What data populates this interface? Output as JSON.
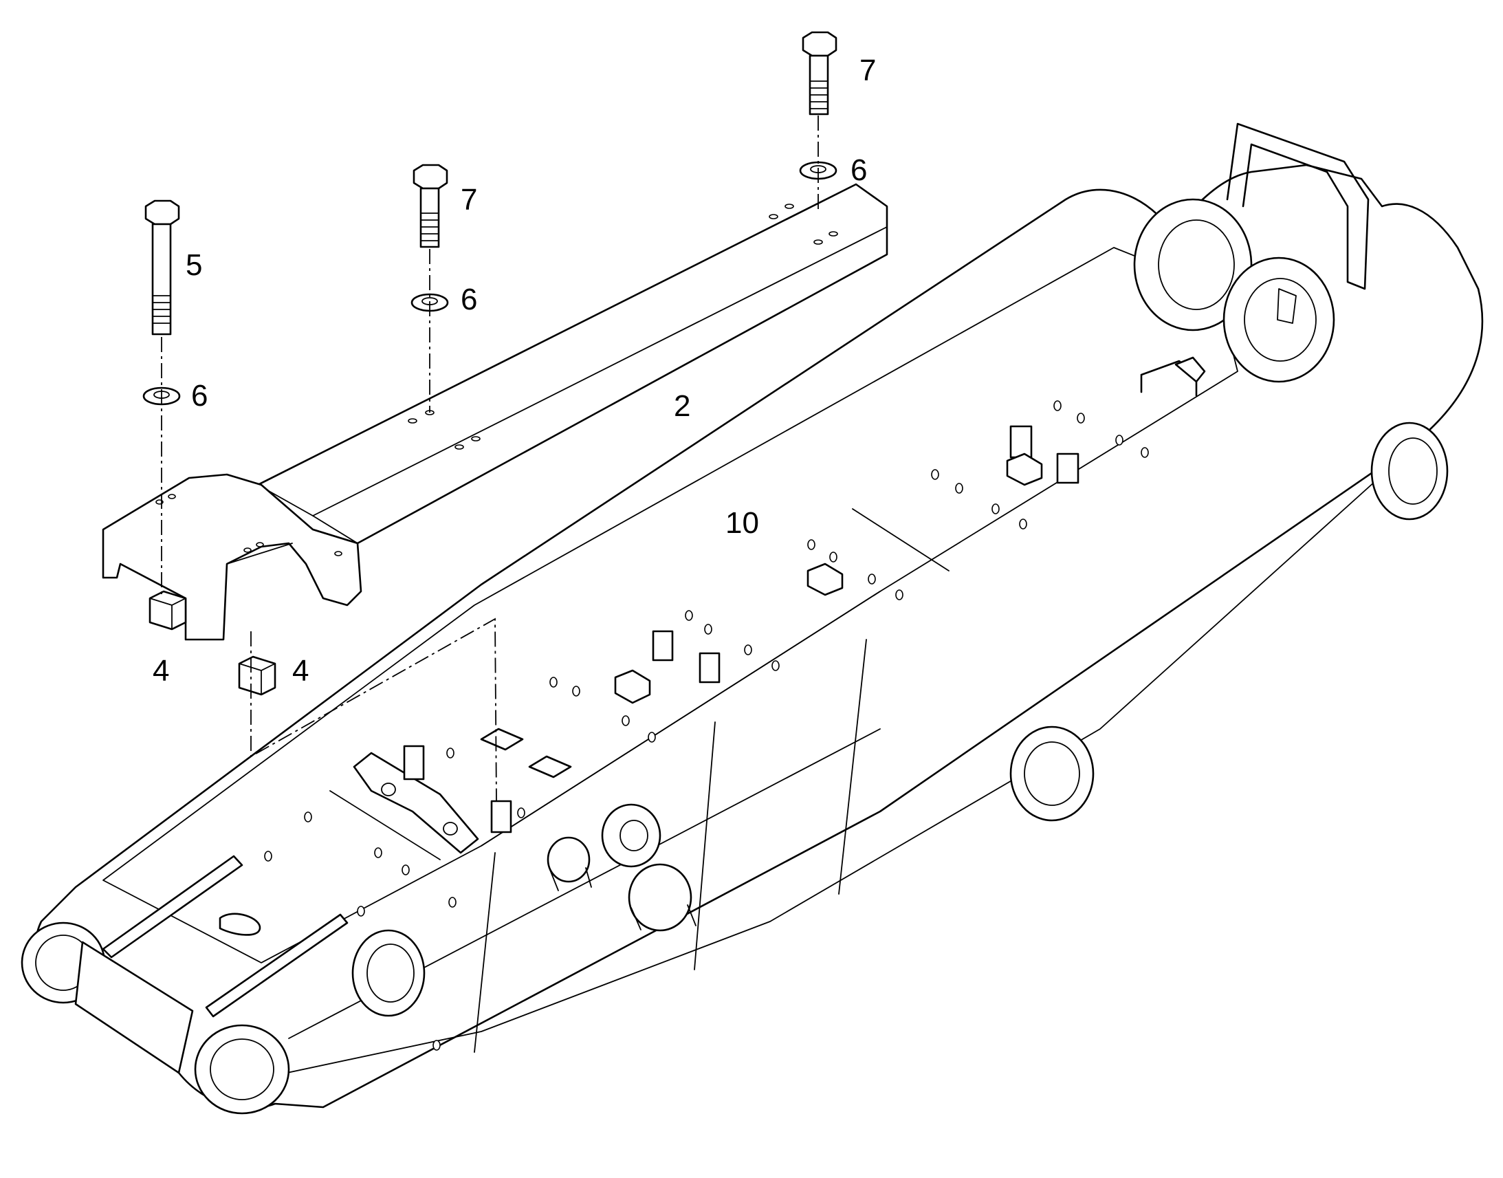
{
  "callouts": {
    "bolt_long": "5",
    "bolt_short_mid": "7",
    "bolt_short_top": "7",
    "washer_long": "6",
    "washer_mid": "6",
    "washer_top": "6",
    "plate": "2",
    "arm": "10",
    "spacer_left": "4",
    "spacer_right": "4"
  },
  "colors": {
    "line": "#000000",
    "background": "#ffffff"
  }
}
